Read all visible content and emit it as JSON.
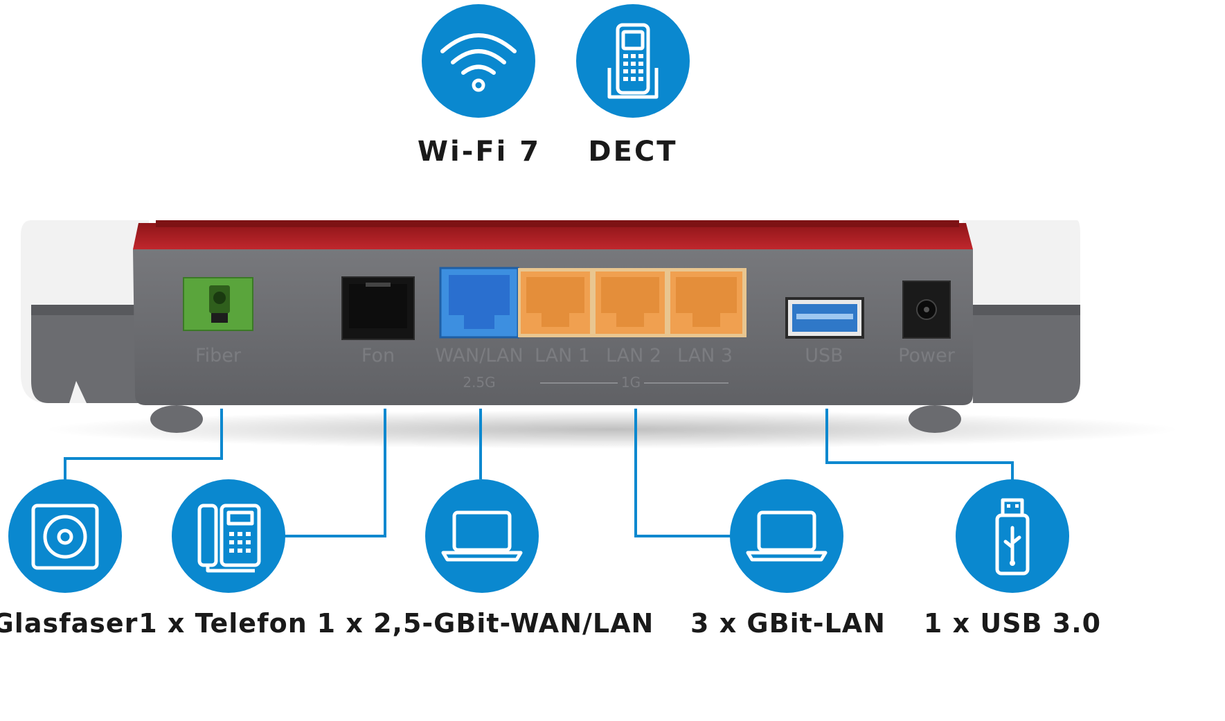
{
  "features_top": [
    {
      "label": "Wi-Fi 7",
      "icon": "wifi-icon"
    },
    {
      "label": "DECT",
      "icon": "dect-phone-icon"
    }
  ],
  "ports": {
    "fiber": "Fiber",
    "fon": "Fon",
    "wan_lan": "WAN/LAN",
    "lan1": "LAN 1",
    "lan2": "LAN 2",
    "lan3": "LAN 3",
    "usb": "USB",
    "power": "Power",
    "speed_wan": "2.5G",
    "speed_lan": "1G"
  },
  "connections": [
    {
      "label": "Glasfaser",
      "icon": "fiber-icon"
    },
    {
      "label": "1 x Telefon",
      "icon": "telephone-icon"
    },
    {
      "label": "1 x 2,5-GBit-WAN/LAN",
      "icon": "laptop-icon"
    },
    {
      "label": "3 x GBit-LAN",
      "icon": "laptop-icon"
    },
    {
      "label": "1 x USB 3.0",
      "icon": "usb-stick-icon"
    }
  ],
  "colors": {
    "accent_blue": "#0a88cf",
    "router_red": "#c0272d",
    "router_gray": "#6d6e72",
    "fiber_green": "#5aa53c",
    "wan_blue": "#3d8fe0",
    "lan_orange": "#f0a050"
  }
}
